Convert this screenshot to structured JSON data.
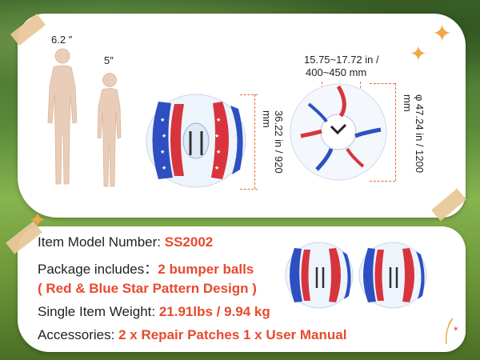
{
  "dimensions": {
    "adult_height": "6.2 ″",
    "child_height": "5″",
    "ball_height": "36.22 in / 920 mm",
    "hole_diameter_line1": "15.75~17.72 in /",
    "hole_diameter_line2": "400~450 mm",
    "ball_diameter": "φ 47.24 in / 1200 mm"
  },
  "specs": {
    "model_label": "Item Model Number: ",
    "model_value": "SS2002",
    "package_label": "Package includes：",
    "package_value": "2 bumper balls",
    "design_note": "( Red & Blue Star Pattern Design )",
    "weight_label": "Single Item Weight: ",
    "weight_value": "21.91lbs / 9.94 kg",
    "accessories_label": "Accessories:  ",
    "accessories_value": "2 x Repair Patches    1 x User Manual"
  },
  "colors": {
    "accent": "#e84a2e",
    "star": "#f3a64a",
    "tape": "#e9c79a",
    "ball_red": "#d8343e",
    "ball_blue": "#2e4fc2"
  },
  "icons": [
    "human-silhouette-adult",
    "human-silhouette-child",
    "bumper-ball",
    "star-decoration",
    "tape-decoration"
  ]
}
